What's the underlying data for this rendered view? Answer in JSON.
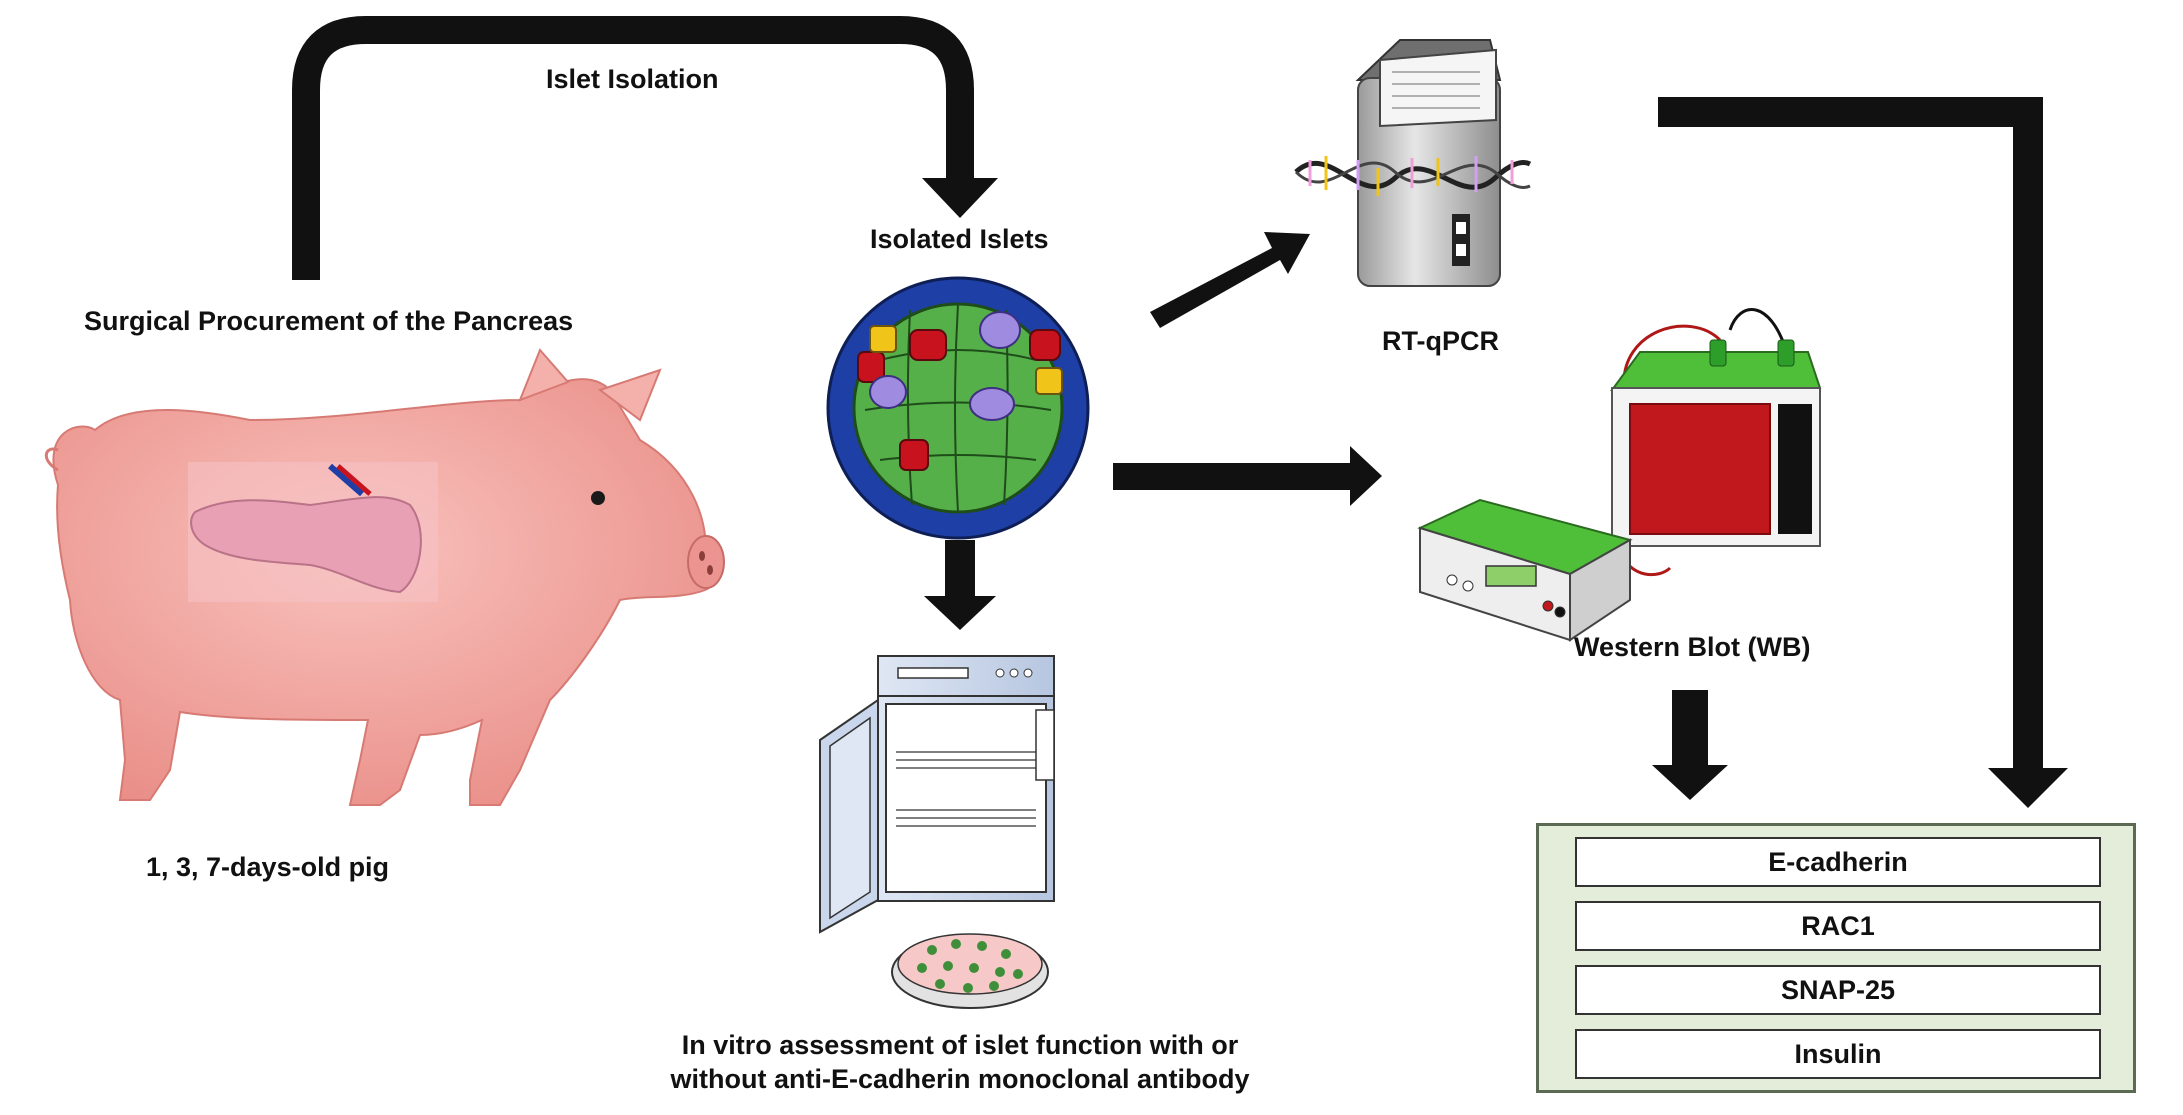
{
  "labels": {
    "islet_isolation": "Islet Isolation",
    "isolated_islets": "Isolated Islets",
    "surgical": "Surgical Procurement of the Pancreas",
    "pig_age": "1, 3, 7-days-old pig",
    "rtqpcr": "RT-qPCR",
    "western_blot": "Western Blot (WB)",
    "in_vitro_line1": "In vitro assessment of islet function with or",
    "in_vitro_line2": "without anti-E-cadherin monoclonal antibody"
  },
  "markers": [
    "E-cadherin",
    "RAC1",
    "SNAP-25",
    "Insulin"
  ],
  "icons": [
    "pig-illustration",
    "pancreas-illustration",
    "islet-cluster",
    "incubator",
    "petri-dish",
    "qpcr-machine",
    "dna-helix",
    "electrophoresis-tank",
    "power-supply"
  ],
  "colors": {
    "arrow": "#111111",
    "pig": "#f2a9a3",
    "pancreas": "#e8a0b4",
    "beta_cell": "#55b04a",
    "alpha_cell": "#1d3fa6",
    "delta_cell": "#c8121d",
    "pp_cell": "#f0c419",
    "epsilon_cell": "#9f8ce0",
    "panel_bg": "#e3edd9",
    "tank_red": "#c0181c",
    "tank_green": "#4fbf3a"
  }
}
